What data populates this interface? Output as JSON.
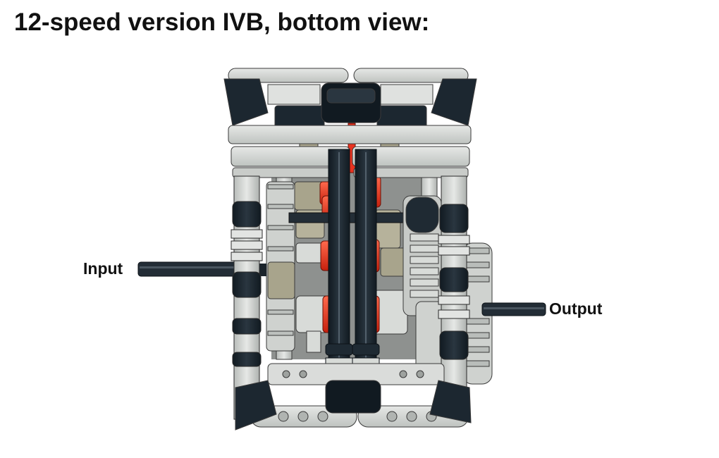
{
  "title": "12-speed version IVB, bottom view:",
  "labels": {
    "input": "Input",
    "output": "Output"
  },
  "colors": {
    "frame_light": "#d3d6d3",
    "frame_dark": "#1c2730",
    "axle": "#232d36",
    "gear_tan": "#a8a48c",
    "accent_red": "#e8321f",
    "outline": "#3a3a3a"
  }
}
